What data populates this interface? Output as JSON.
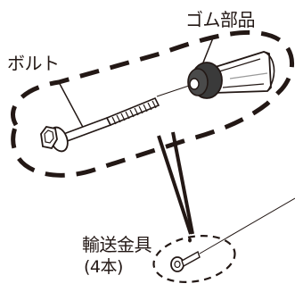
{
  "labels": {
    "rubber_part": "ゴム部品",
    "bolt": "ボルト",
    "transport_fitting": "輸送金具",
    "quantity": "(4本)"
  },
  "colors": {
    "line": "#231815",
    "part_dark": "#3a3a3a",
    "part_fill": "#ffffff",
    "shade": "#cfcfcf"
  }
}
